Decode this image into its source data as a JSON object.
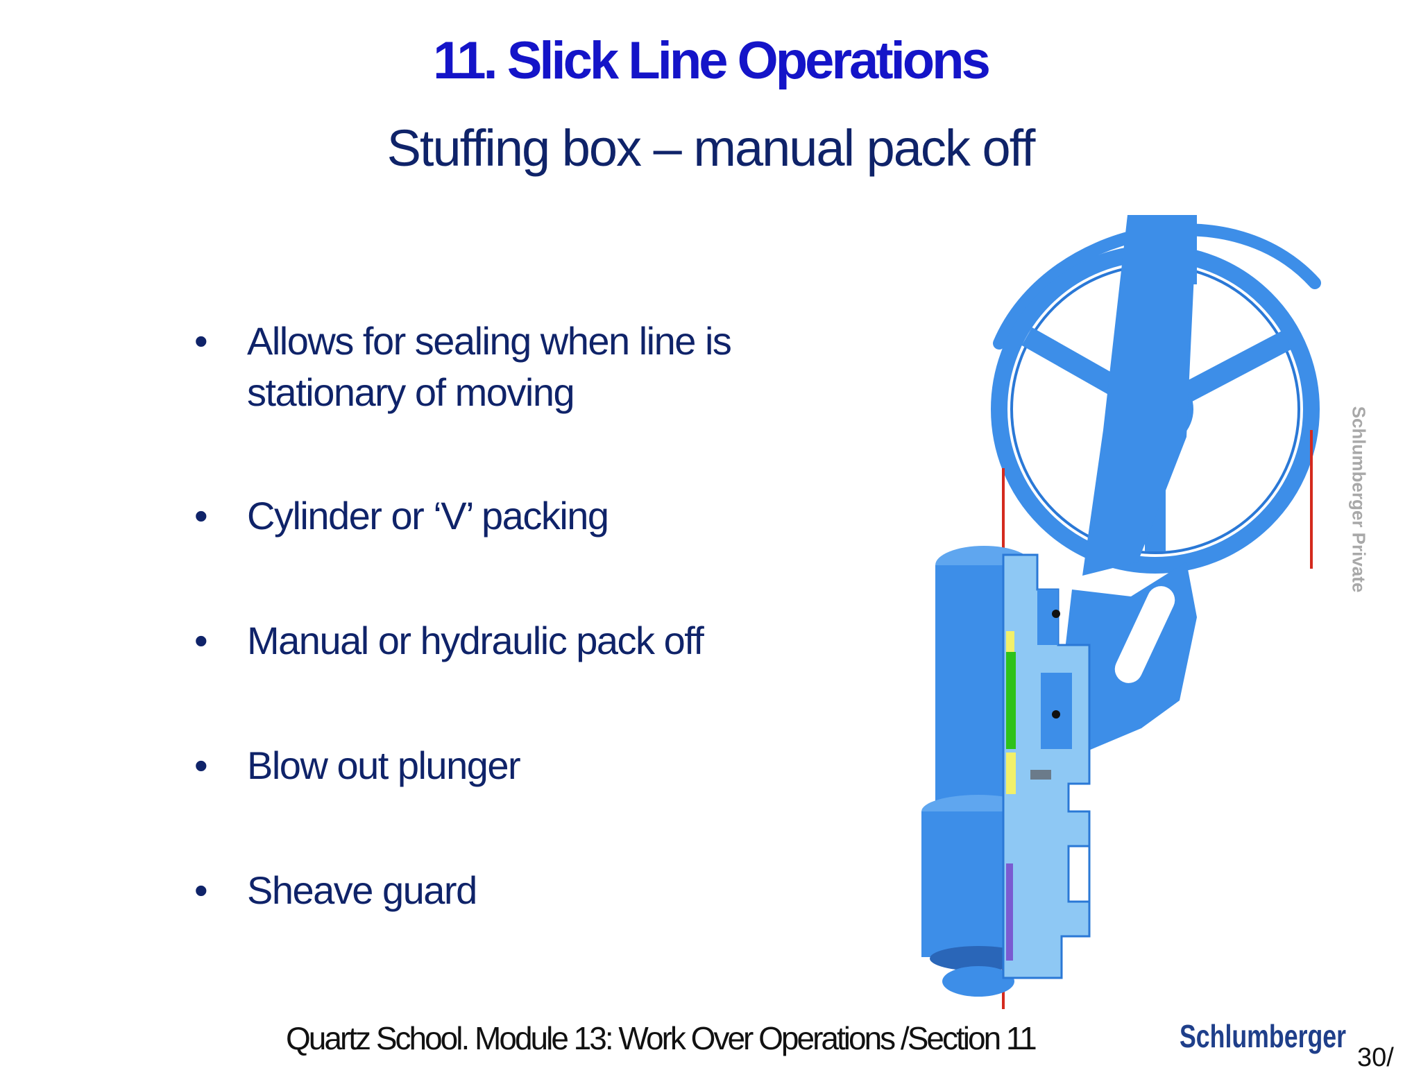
{
  "slide": {
    "title": "11. Slick Line Operations",
    "subtitle": "Stuffing box – manual pack off",
    "bullets": [
      {
        "text": "Allows for sealing when line is stationary of moving"
      },
      {
        "text": "Cylinder or ‘V’ packing"
      },
      {
        "text": "Manual or hydraulic pack off"
      },
      {
        "text": "Blow out plunger"
      },
      {
        "text": "Sheave guard"
      }
    ],
    "watermark": "Schlumberger Private",
    "footer": "Quartz School.  Module 13: Work Over Operations /Section 11",
    "logo_text": "Schlumberger",
    "page_number": "30/"
  },
  "colors": {
    "title": "#1414c8",
    "body_text": "#0f2369",
    "diagram_blue": "#3d8ee8",
    "diagram_light": "#8ec8f4",
    "wire": "#d42a1e",
    "packing_green": "#2ec21a",
    "packing_yellow": "#f2f06a",
    "logo": "#1f3f8a"
  }
}
